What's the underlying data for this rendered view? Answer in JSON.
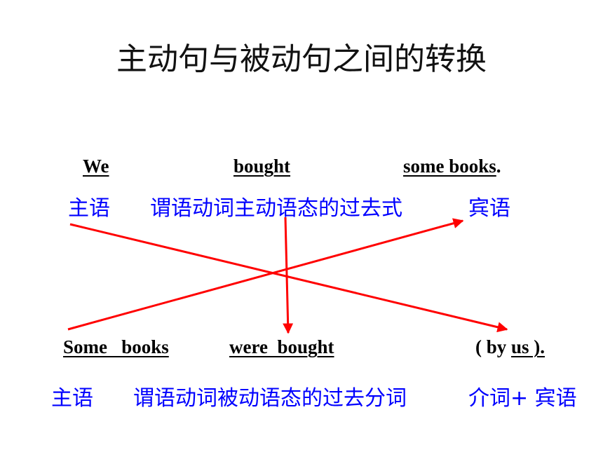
{
  "title": "主动句与被动句之间的转换",
  "active": {
    "subject": "We",
    "verb": "bought",
    "object": "some books",
    "period": "."
  },
  "active_roles": {
    "subject": "主语",
    "verb": "谓语动词主动语态的过去式",
    "object": "宾语"
  },
  "passive": {
    "subject": "Some   books",
    "verb": "were  bought",
    "agent_open": "( by ",
    "agent": "us ).",
    "agent_full": "( by us )."
  },
  "passive_roles": {
    "subject": "主语",
    "verb": "谓语动词被动语态的过去分词",
    "agent": "介词+ 宾语"
  },
  "colors": {
    "arrow": "#ff0000",
    "role_text": "#0000ff",
    "sentence_text": "#000000"
  }
}
